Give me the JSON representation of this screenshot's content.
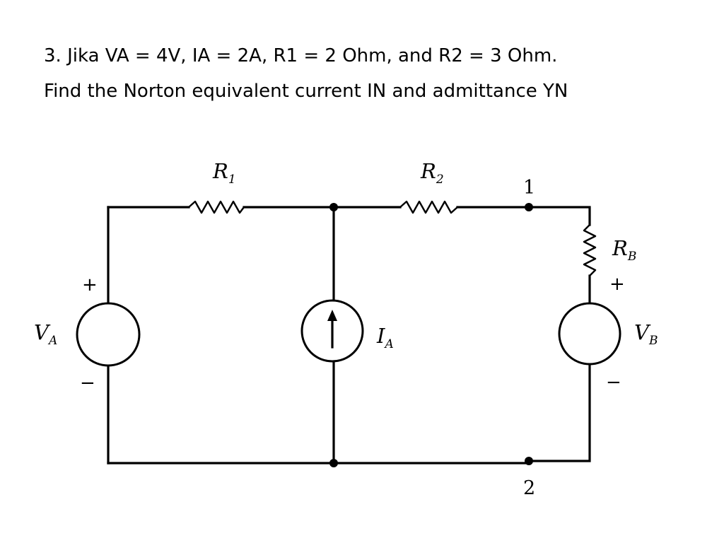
{
  "question": {
    "line1": "3. Jika VA = 4V, IA = 2A, R1 = 2 Ohm, and R2 = 3 Ohm.",
    "line2": "Find the Norton equivalent current IN and admittance YN"
  },
  "circuit": {
    "r1": {
      "main": "R",
      "sub": "1"
    },
    "r2": {
      "main": "R",
      "sub": "2"
    },
    "rb": {
      "main": "R",
      "sub": "B"
    },
    "va": {
      "main": "V",
      "sub": "A",
      "plus": "+",
      "minus": "−"
    },
    "ia": {
      "main": "I",
      "sub": "A"
    },
    "vb": {
      "main": "V",
      "sub": "B",
      "plus": "+",
      "minus": "−"
    },
    "node1": "1",
    "node2": "2"
  }
}
